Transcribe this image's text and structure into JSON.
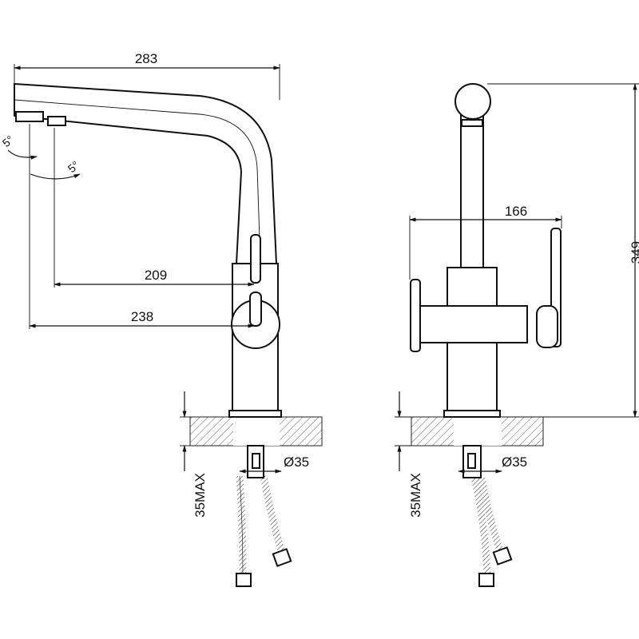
{
  "dimensions": {
    "spout_reach": "283",
    "outlet_offset_1": "209",
    "outlet_offset_2": "238",
    "swivel_width": "166",
    "total_height": "349",
    "angle_1": "5°",
    "angle_2": "5°",
    "hole_diameter_left": "Ø35",
    "hole_diameter_right": "Ø35",
    "max_thickness_left": "35MAX",
    "max_thickness_right": "35MAX"
  }
}
